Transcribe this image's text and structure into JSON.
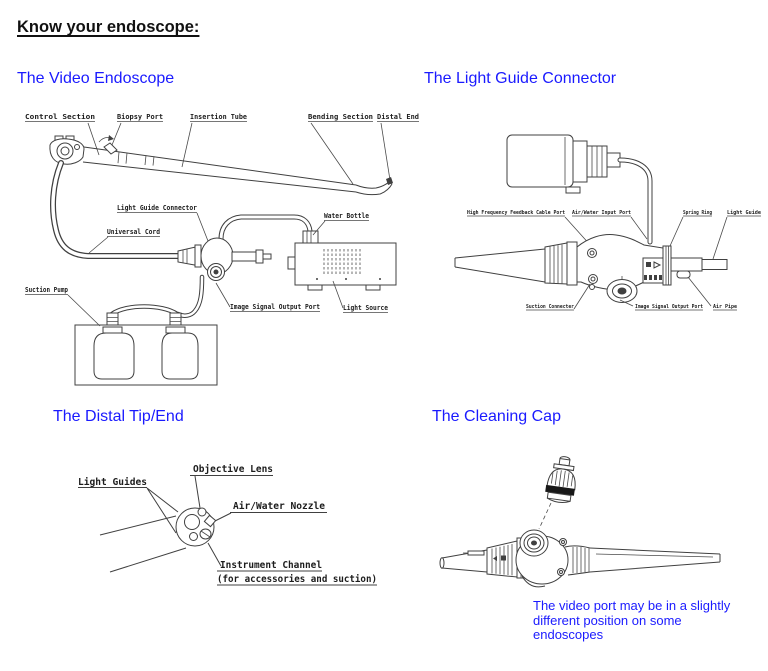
{
  "colors": {
    "accent_blue": "#1a1aff",
    "ink": "#1a1a1a",
    "line_art": "#404040"
  },
  "page": {
    "title": "Know your endoscope:"
  },
  "sections": {
    "video_endoscope": {
      "heading": "The Video Endoscope",
      "labels": {
        "control_section": "Control Section",
        "biopsy_port": "Biopsy Port",
        "insertion_tube": "Insertion Tube",
        "bending_section": "Bending Section",
        "distal_end": "Distal End",
        "light_guide_connector": "Light Guide Connector",
        "water_bottle": "Water Bottle",
        "universal_cord": "Universal Cord",
        "suction_pump": "Suction Pump",
        "image_signal_output_port": "Image Signal Output Port",
        "light_source": "Light Source"
      }
    },
    "light_guide_connector": {
      "heading": "The Light Guide Connector",
      "labels": {
        "high_frequency_feedback_cable_port": "High Frequency Feedback Cable Port",
        "air_water_input_port": "Air/Water Input Port",
        "spring_ring": "Spring Ring",
        "light_guide": "Light Guide",
        "suction_connecter": "Suction Connecter",
        "image_signal_output_port": "Image Signal Output Port",
        "air_pipe": "Air Pipe"
      }
    },
    "distal_tip": {
      "heading": "The Distal Tip/End",
      "labels": {
        "light_guides": "Light Guides",
        "objective_lens": "Objective Lens",
        "air_water_nozzle": "Air/Water Nozzle",
        "instrument_channel": "Instrument Channel",
        "instrument_channel_note": "(for accessories and suction)"
      }
    },
    "cleaning_cap": {
      "heading": "The Cleaning Cap",
      "note": "The video port may be in a slightly different position on some endoscopes"
    }
  }
}
